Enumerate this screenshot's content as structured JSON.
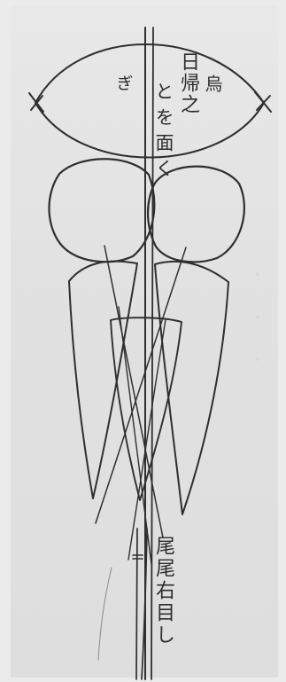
{
  "document": {
    "annotation_top": {
      "line_1": "日帰之",
      "line_2": "烏",
      "line_3": "ぎ",
      "line_4": "とを面く"
    },
    "annotation_tail": "尾尾右目し",
    "ink_color": "#2f2f2f",
    "paper_color": "#e4e4e4"
  }
}
